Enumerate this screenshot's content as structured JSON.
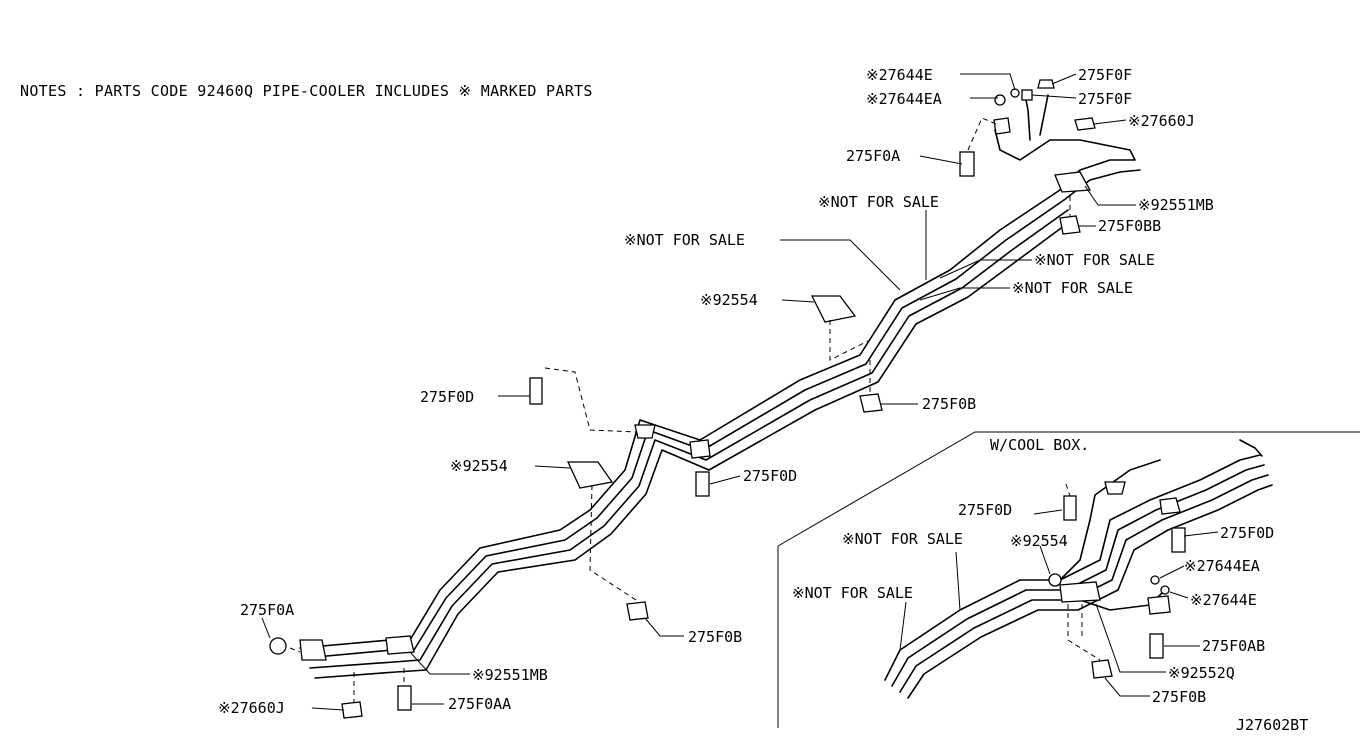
{
  "notes": "NOTES : PARTS CODE 92460Q PIPE-COOLER INCLUDES ※ MARKED PARTS",
  "diagram_id": "J27602BT",
  "inset_title": "W/COOL BOX.",
  "labels": {
    "l01": "※27644E",
    "l02": "※27644EA",
    "l03": "275F0F",
    "l04": "275F0F",
    "l05": "※27660J",
    "l06": "275F0A",
    "l07": "※92551MB",
    "l08": "275F0BB",
    "l09": "※NOT FOR SALE",
    "l10": "※NOT FOR SALE",
    "l11": "※NOT FOR SALE",
    "l12": "※NOT FOR SALE",
    "l13": "※92554",
    "l14": "275F0B",
    "l15": "275F0D",
    "l16": "※92554",
    "l17": "275F0D",
    "l18": "275F0B",
    "l19": "275F0A",
    "l20": "※92551MB",
    "l21": "※27660J",
    "l22": "275F0AA",
    "i01": "275F0D",
    "i02": "※NOT FOR SALE",
    "i03": "※92554",
    "i04": "※NOT FOR SALE",
    "i05": "275F0D",
    "i06": "※27644EA",
    "i07": "※27644E",
    "i08": "275F0AB",
    "i09": "※92552Q",
    "i10": "275F0B"
  }
}
